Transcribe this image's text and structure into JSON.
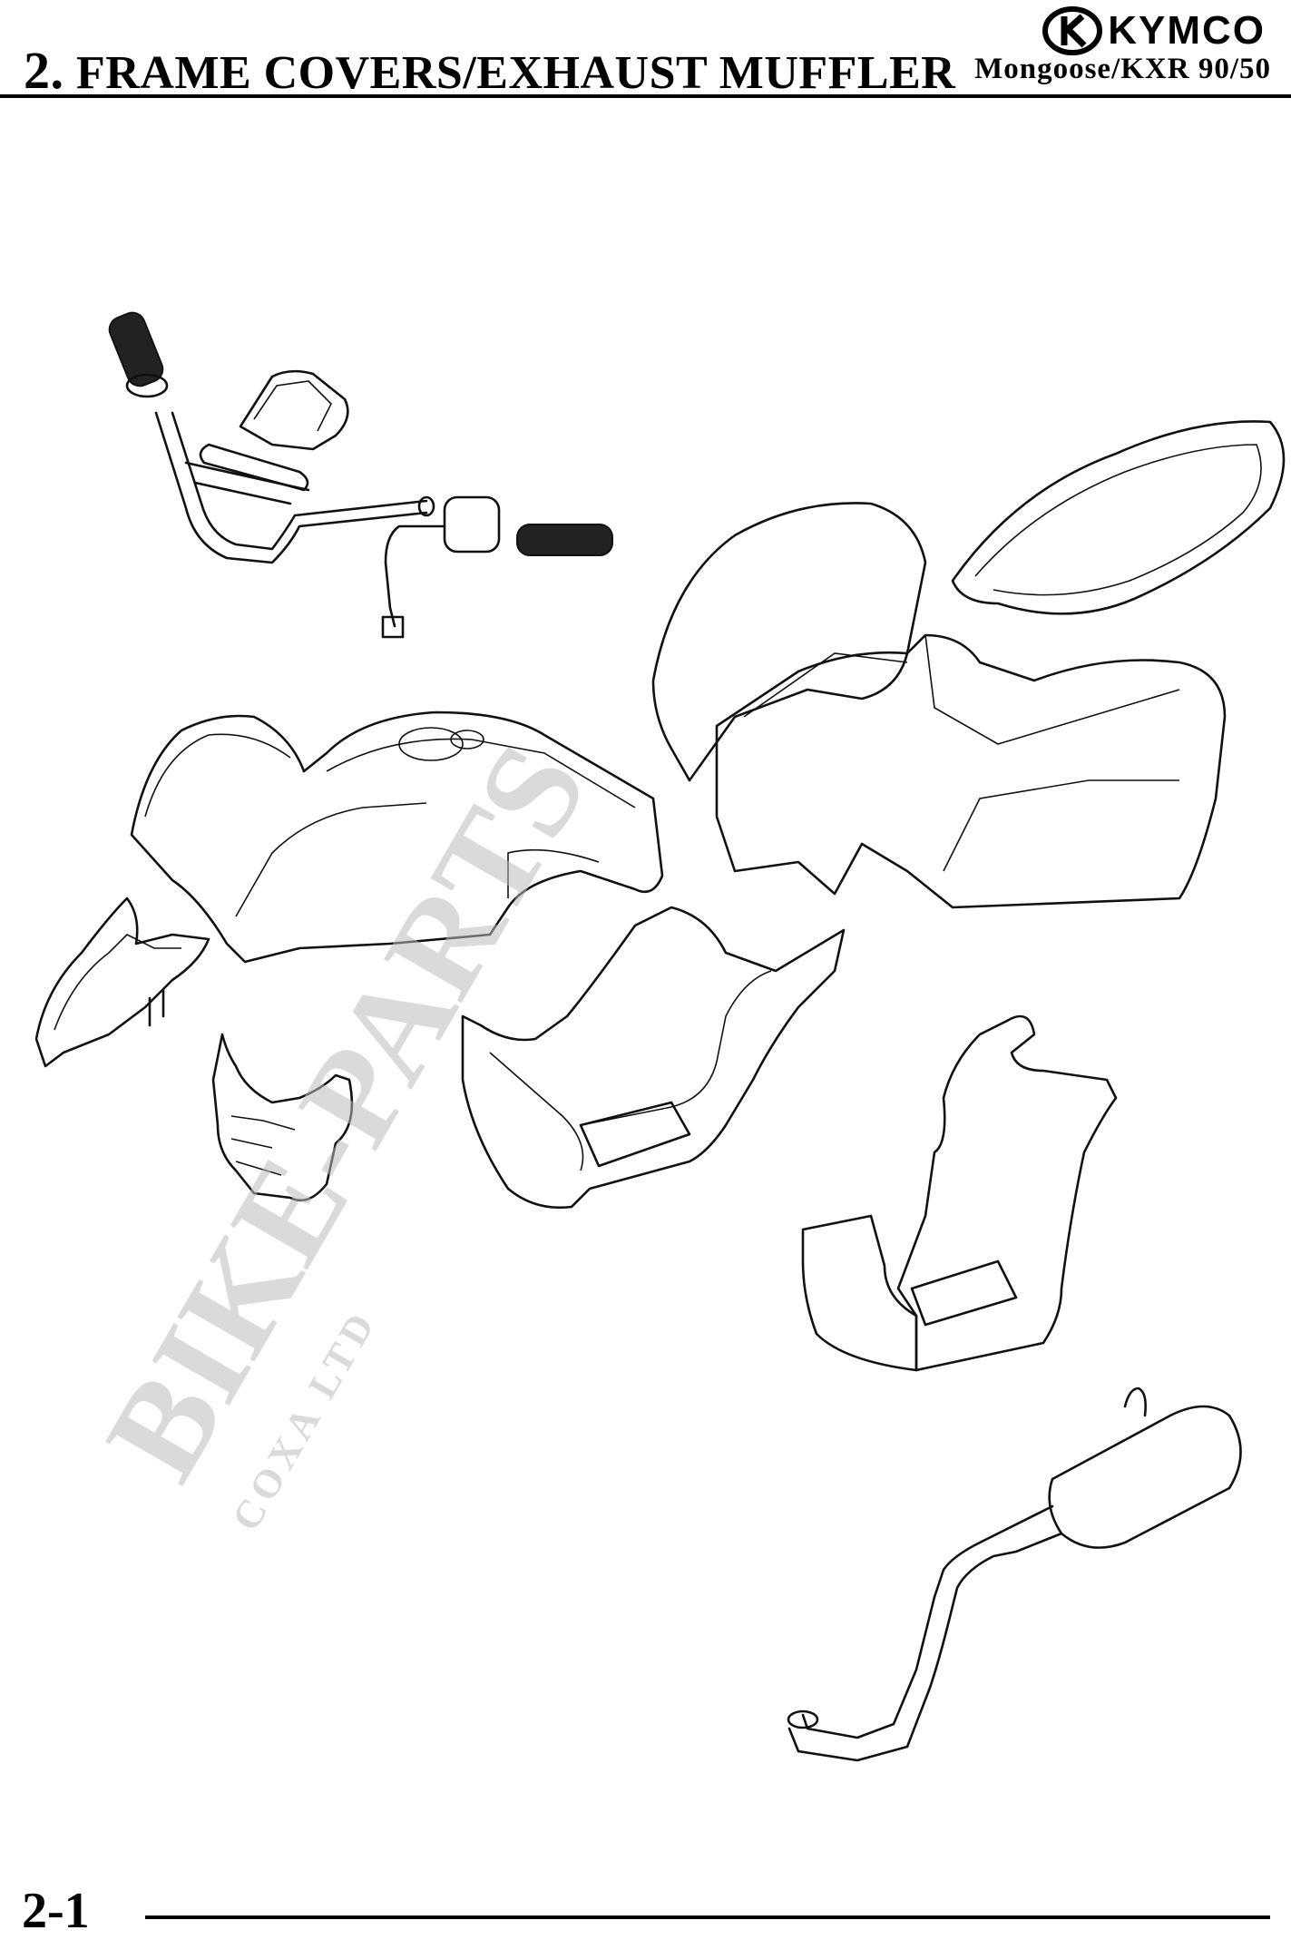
{
  "header": {
    "section_number": "2.",
    "section_title": "FRAME COVERS/EXHAUST MUFFLER",
    "brand": "KYMCO",
    "model": "Mongoose/KXR 90/50"
  },
  "watermark": {
    "main": "BIKE-PARTS",
    "sub": "COXA LTD"
  },
  "footer": {
    "page_number": "2-1"
  },
  "icons": [
    "kymco-logo-icon"
  ]
}
